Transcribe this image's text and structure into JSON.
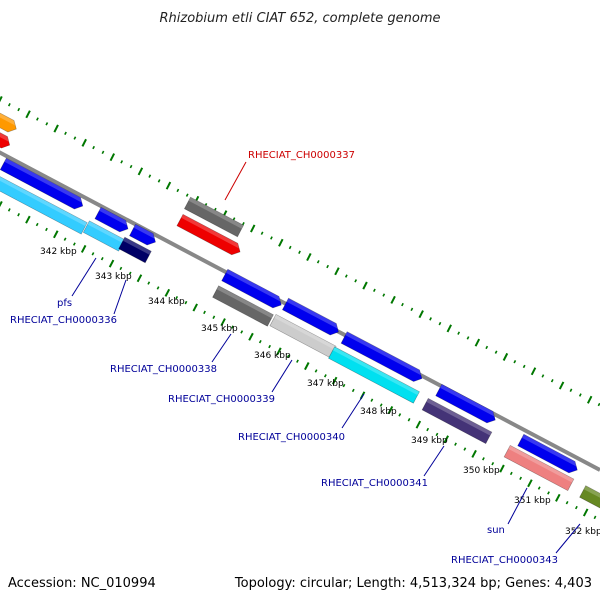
{
  "title": "Rhizobium etli CIAT 652, complete genome",
  "footer": {
    "accession": "Accession: NC_010994",
    "info": "Topology: circular; Length: 4,513,324 bp; Genes: 4,403"
  },
  "ticks": [
    "342 kbp",
    "343 kbp",
    "344 kbp",
    "345 kbp",
    "346 kbp",
    "347 kbp",
    "348 kbp",
    "349 kbp",
    "350 kbp",
    "351 kbp",
    "352 kbp"
  ],
  "genes": {
    "g337": "RHECIAT_CH0000337",
    "pfs": "pfs",
    "g336": "RHECIAT_CH0000336",
    "g338": "RHECIAT_CH0000338",
    "g339": "RHECIAT_CH0000339",
    "g340": "RHECIAT_CH0000340",
    "g341": "RHECIAT_CH0000341",
    "sun": "sun",
    "g343": "RHECIAT_CH0000343"
  },
  "colors": {
    "blue": "#0000ee",
    "gray": "#666666",
    "lightgray": "#cccccc",
    "cyan": "#00e0f0",
    "skyblue": "#33ccff",
    "navy": "#000066",
    "slate": "#443377",
    "red": "#ee0000",
    "pink": "#ee8080",
    "olive": "#668822",
    "orange": "#ff9900",
    "tickgreen": "#007700",
    "backbone": "#888888"
  }
}
